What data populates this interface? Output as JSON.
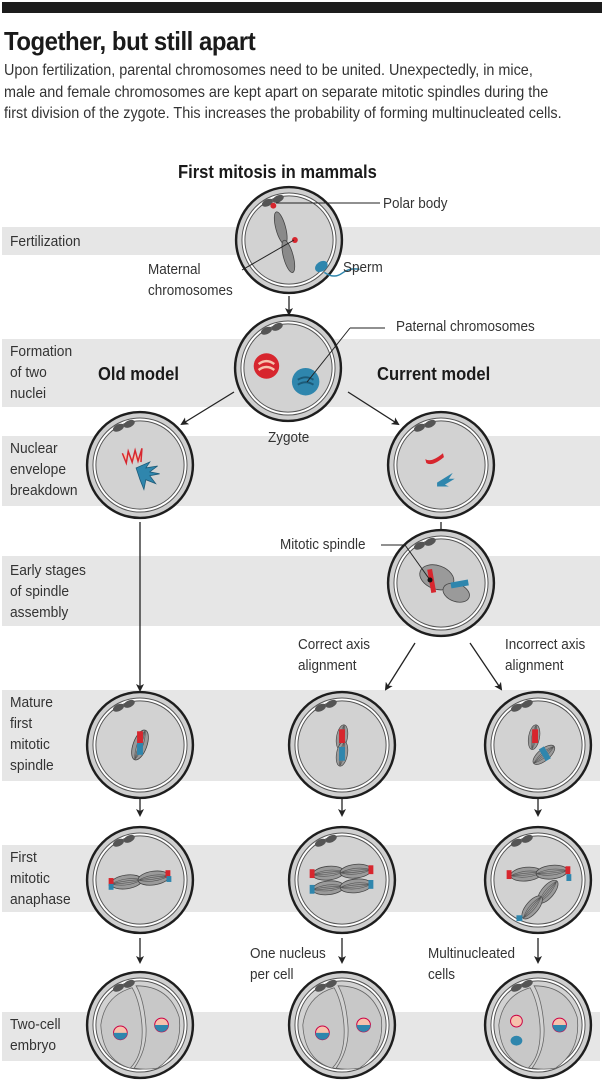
{
  "header": {
    "title": "Together, but still apart",
    "subtitle": "Upon fertilization, parental chromosomes need to be united. Unexpectedly, in mice, male and female chromosomes are kept apart on separate mitotic spindles during the first division of the zygote. This increases the probability of forming multinucleated cells."
  },
  "diagram": {
    "heading": "First mitosis in mammals",
    "model_labels": {
      "old": "Old model",
      "current": "Current model"
    },
    "stages": [
      {
        "id": "fertilization",
        "label": "Fertilization"
      },
      {
        "id": "formation",
        "label": "Formation\nof two\nnuclei"
      },
      {
        "id": "nuclear-envelope",
        "label": "Nuclear\nenvelope\nbreakdown"
      },
      {
        "id": "early-spindle",
        "label": "Early stages\nof spindle\nassembly"
      },
      {
        "id": "mature-spindle",
        "label": "Mature\nfirst\nmitotic\nspindle"
      },
      {
        "id": "anaphase",
        "label": "First\nmitotic\nanaphase"
      },
      {
        "id": "two-cell",
        "label": "Two-cell\nembryo"
      }
    ],
    "annotations": {
      "polar_body": "Polar body",
      "sperm": "Sperm",
      "maternal": "Maternal\nchromosomes",
      "paternal": "Paternal chromosomes",
      "zygote": "Zygote",
      "mitotic_spindle": "Mitotic spindle",
      "correct_axis": "Correct axis\nalignment",
      "incorrect_axis": "Incorrect axis\nalignment",
      "one_nucleus": "One nucleus\nper cell",
      "multinucleated": "Multinucleated\ncells"
    },
    "colors": {
      "maternal": "#d7262e",
      "paternal": "#2f86ad",
      "cell_fill": "#d2d2d2",
      "band": "#e6e6e6",
      "nucleus_top": "#f6c2ad"
    }
  }
}
